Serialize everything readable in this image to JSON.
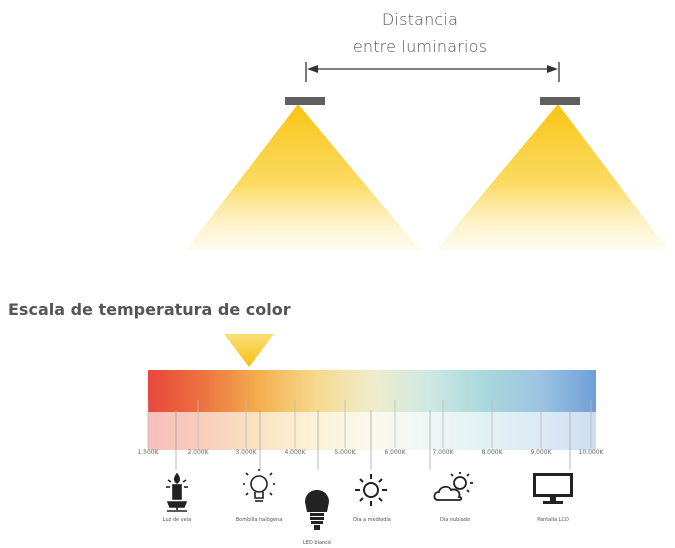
{
  "distance": {
    "line1": "Distancia",
    "line2": "entre luminarios"
  },
  "section_title": "Escala de temperatura de color",
  "colors": {
    "fixture": "#5f5f5f",
    "beam": "#f9c81a",
    "arrow": "#333333",
    "indicator": "#f7c51c"
  },
  "scale": {
    "gradient": [
      "#e8473b",
      "#ec7440",
      "#f3b050",
      "#f6d98c",
      "#f0eccc",
      "#cfe8e3",
      "#a9d8dc",
      "#9cc4e2",
      "#6f9fd8"
    ],
    "ticks": [
      "1.500K",
      "2.000K",
      "3.000K",
      "4.000K",
      "5.000K",
      "6.000K",
      "7.000K",
      "8.000K",
      "9.000K",
      "10.000K"
    ],
    "icons": [
      {
        "icon": "candle-icon",
        "label": "Luz de vela"
      },
      {
        "icon": "bulb-icon",
        "label": "Bombilla halógena"
      },
      {
        "icon": "led-bulb-icon",
        "label": "LED blanco"
      },
      {
        "icon": "sun-icon",
        "label": "Día a mediodía"
      },
      {
        "icon": "cloud-sun-icon",
        "label": "Día nublado"
      },
      {
        "icon": "monitor-icon",
        "label": "Pantalla LCD"
      }
    ]
  }
}
